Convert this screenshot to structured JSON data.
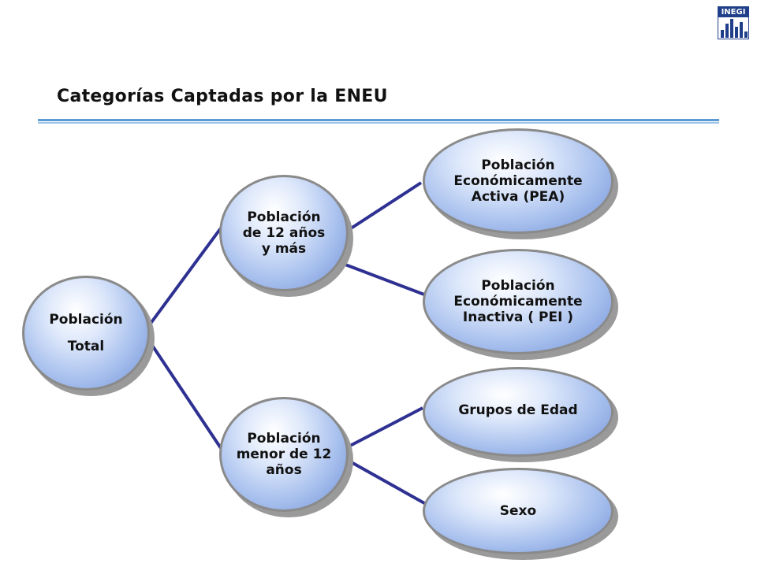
{
  "header": {
    "title": "Categorías Captadas por la ENEU",
    "logo_text": "INEGI"
  },
  "nodes": {
    "total": {
      "lines": [
        "Población",
        "Total"
      ]
    },
    "mayor12": {
      "lines": [
        "Población",
        "de 12 años",
        "y más"
      ]
    },
    "menor12": {
      "lines": [
        "Población",
        "menor de 12",
        "años"
      ]
    },
    "pea": {
      "lines": [
        "Población",
        "Económicamente",
        "Activa (PEA)"
      ]
    },
    "pei": {
      "lines": [
        "Población",
        "Económicamente",
        "Inactiva ( PEI )"
      ]
    },
    "grupos": {
      "lines": [
        "Grupos de Edad"
      ]
    },
    "sexo": {
      "lines": [
        "Sexo"
      ]
    }
  },
  "colors": {
    "connector": "#2e3192",
    "accent_rule": "#5b9bd5"
  }
}
